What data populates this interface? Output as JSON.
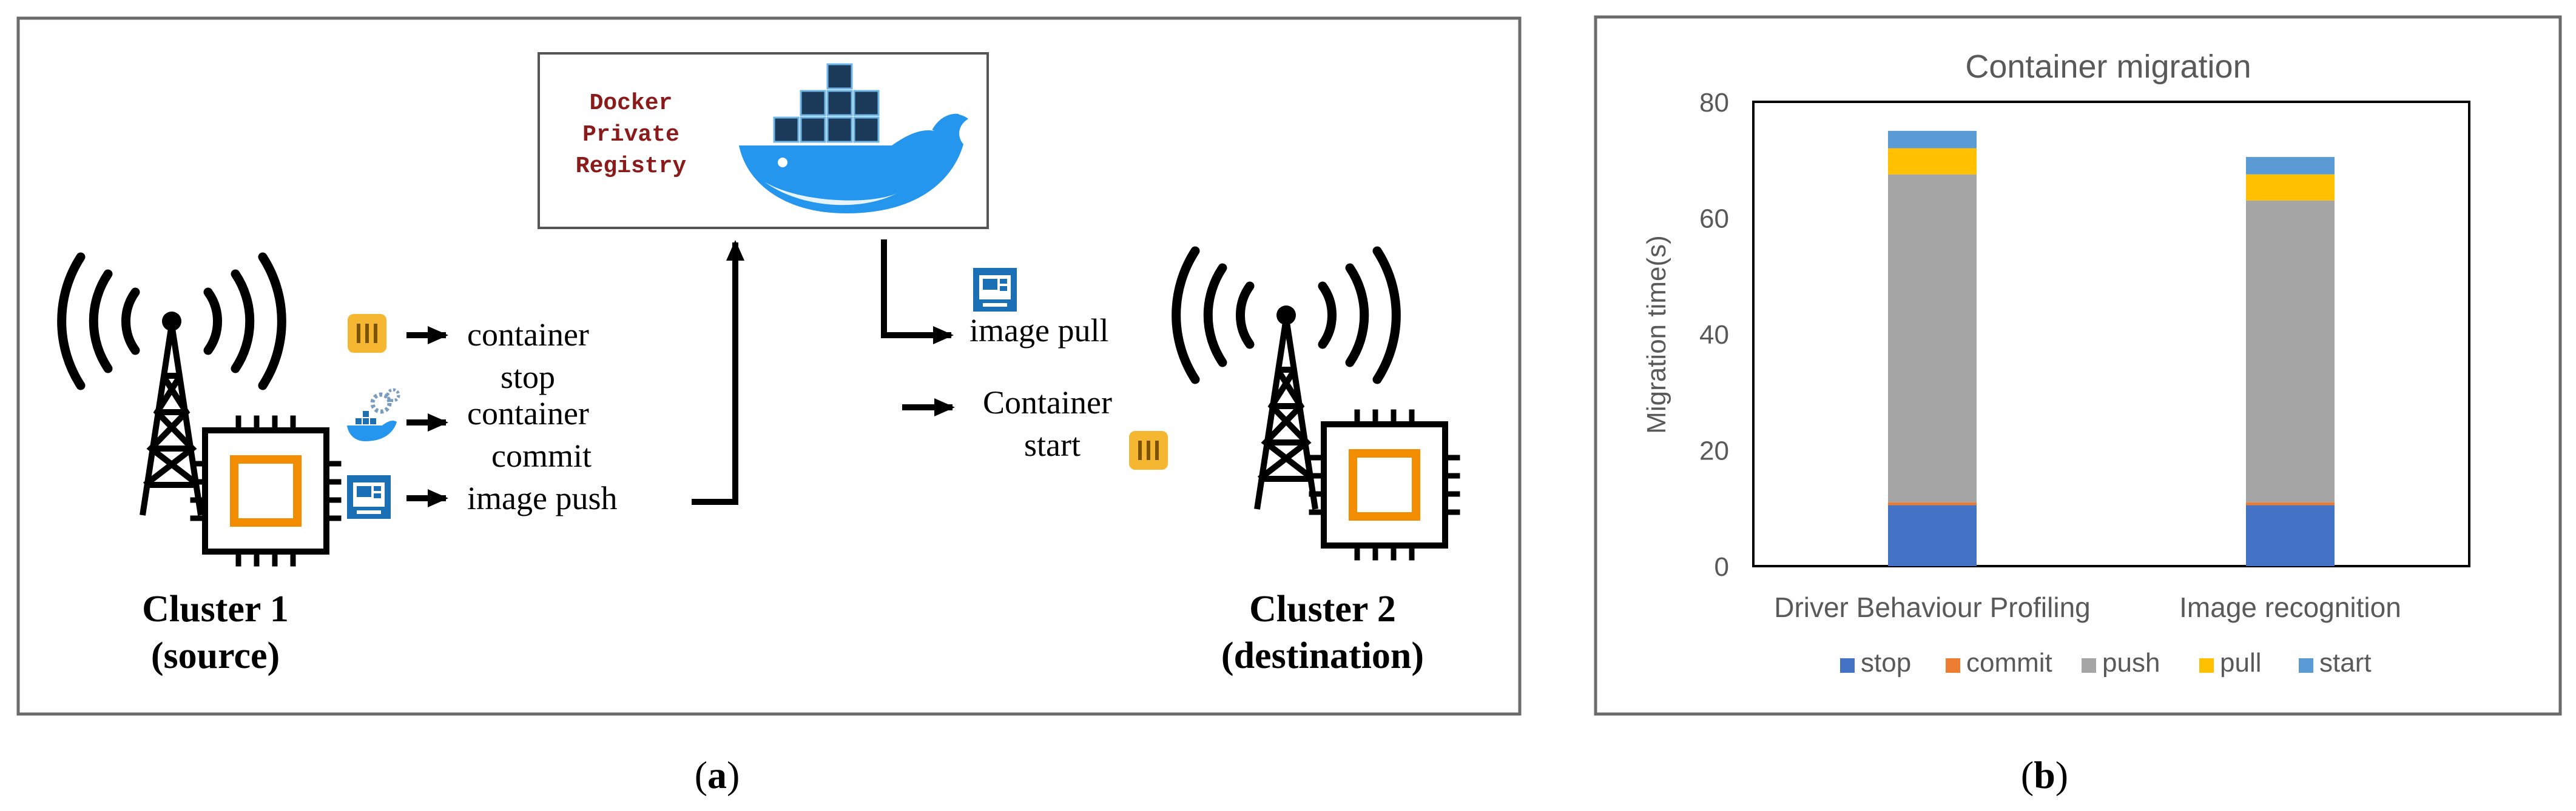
{
  "panel_a": {
    "registry": {
      "line1": "Docker",
      "line2": "Private",
      "line3": "Registry"
    },
    "steps": {
      "stop_1": "container",
      "stop_2": "stop",
      "commit_1": "container",
      "commit_2": "commit",
      "push": "image push",
      "pull": "image pull",
      "start_1": "Container",
      "start_2": "start"
    },
    "cluster1": {
      "name": "Cluster 1",
      "role": "(source)"
    },
    "cluster2": {
      "name": "Cluster 2",
      "role": "(destination)"
    },
    "caption_open": "(",
    "caption_letter": "a",
    "caption_close": ")"
  },
  "panel_b": {
    "caption_open": "(",
    "caption_letter": "b",
    "caption_close": ")"
  },
  "colors": {
    "stop": "#4472C4",
    "commit": "#ED7D31",
    "push": "#A5A5A5",
    "pull": "#FFC000",
    "start": "#5B9BD5",
    "registry_text": "#8B1A1A",
    "docker_blue": "#2496ED",
    "chip_orange": "#F28C00",
    "icon_yellow": "#F5B731"
  },
  "chart_data": {
    "type": "bar",
    "stacked": true,
    "title": "Container migration",
    "ylabel": "Migration time(s)",
    "xlabel": "",
    "ylim": [
      0,
      80
    ],
    "yticks": [
      0,
      20,
      40,
      60,
      80
    ],
    "grid": false,
    "legend": "bottom",
    "categories": [
      "Driver Behaviour Profiling",
      "Image recognition"
    ],
    "series": [
      {
        "name": "stop",
        "values": [
          10.5,
          10.5
        ]
      },
      {
        "name": "commit",
        "values": [
          0.5,
          0.5
        ]
      },
      {
        "name": "push",
        "values": [
          56.5,
          52
        ]
      },
      {
        "name": "pull",
        "values": [
          4.5,
          4.5
        ]
      },
      {
        "name": "start",
        "values": [
          3,
          3
        ]
      }
    ]
  }
}
